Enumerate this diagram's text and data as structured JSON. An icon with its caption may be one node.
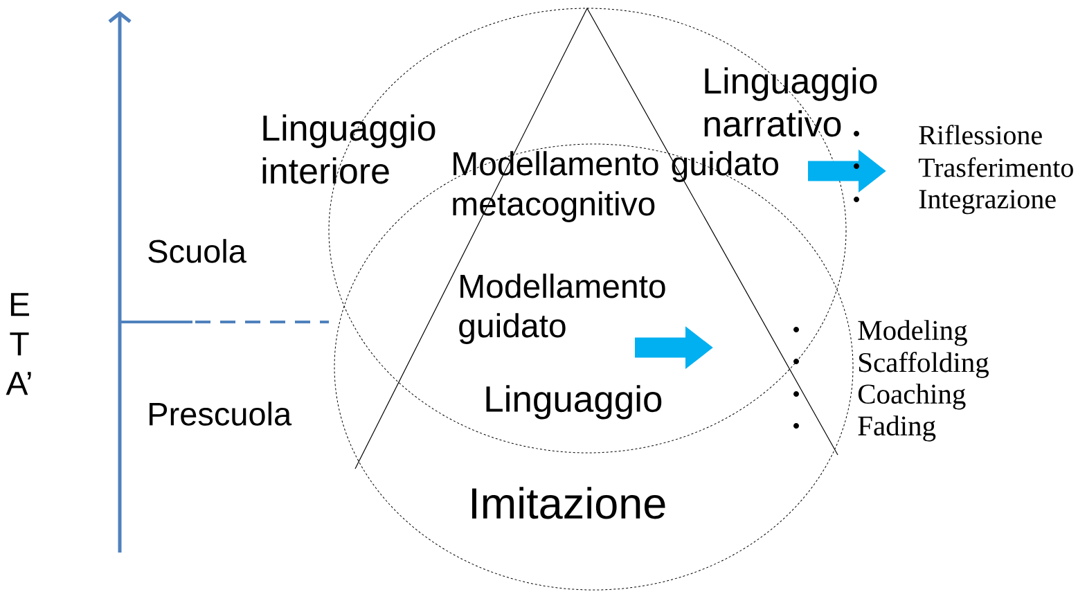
{
  "diagram": {
    "labels": [
      "E T A’",
      "Scuola",
      "Prescuola",
      "Linguaggio interiore",
      "Linguaggio narrativo",
      "Modellamento guidato metacognitivo",
      "Modellamento guidato",
      "Linguaggio",
      "Imitazione",
      "Riflessione",
      "Trasferimento",
      "Integrazione",
      "Modeling",
      "Scaffolding",
      "Coaching",
      "Fading"
    ]
  }
}
